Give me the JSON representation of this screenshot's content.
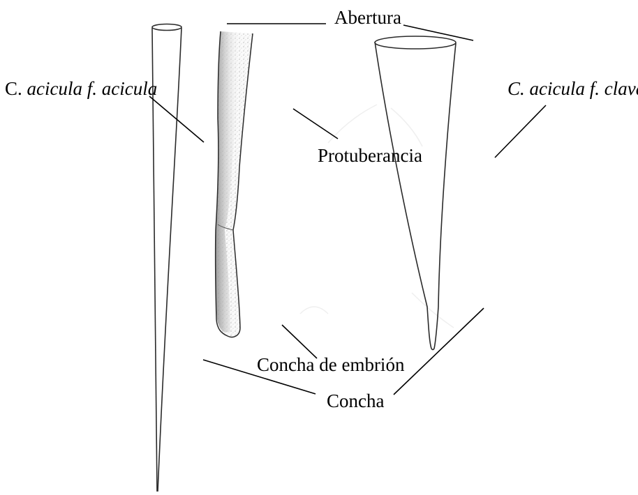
{
  "labels": {
    "abertura": "Abertura",
    "species_acicula_prefix": "C.",
    "species_acicula_name": "acicula f. acicula",
    "species_clava": "C. acicula f. clava",
    "protuberancia": "Protuberancia",
    "concha_embrion": "Concha de embrión",
    "concha": "Concha"
  }
}
